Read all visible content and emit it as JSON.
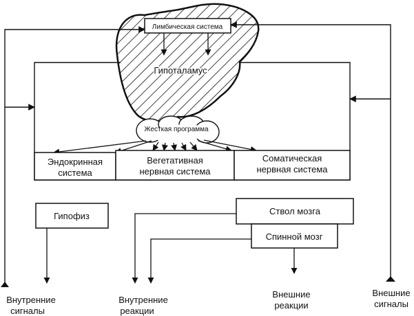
{
  "diagram": {
    "nodes": {
      "limbic": "Лимбическая система",
      "hypothalamus": "Гипоталамус",
      "program": "Жесткая программа",
      "endocrine": [
        "Эндокринная",
        "система"
      ],
      "vegetative": [
        "Вегетативная",
        "нервная система"
      ],
      "somatic": [
        "Соматическая",
        "нервная система"
      ],
      "pituitary": "Гипофиз",
      "brainstem": "Ствол мозга",
      "spinal": "Спинной мозг"
    },
    "labels": {
      "internal_signals": [
        "Внутренние",
        "сигналы"
      ],
      "internal_reactions": [
        "Внутренние",
        "реакции"
      ],
      "external_reactions": [
        "Внешние",
        "реакции"
      ],
      "external_signals": [
        "Внешние",
        "сигналы"
      ]
    }
  }
}
